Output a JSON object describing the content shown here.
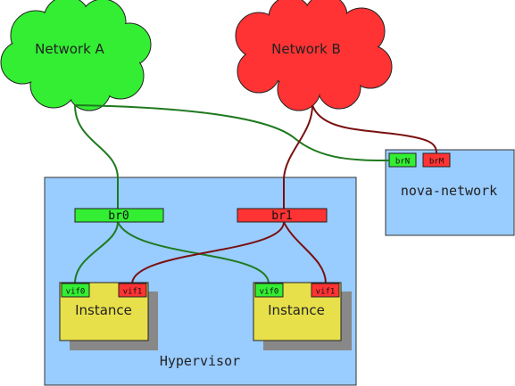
{
  "colors": {
    "network_a": "#33ee33",
    "network_b": "#ff3333",
    "box_fill": "#99ccff",
    "instance_fill": "#e8e04a",
    "shadow": "#888888",
    "link_green": "#1f7a1f",
    "link_red": "#7a1010"
  },
  "networks": {
    "a": {
      "label": "Network A"
    },
    "b": {
      "label": "Network B"
    }
  },
  "nova_network": {
    "label": "nova-network",
    "ports": {
      "green": "brN",
      "red": "brM"
    }
  },
  "hypervisor": {
    "label": "Hypervisor",
    "bridges": {
      "green": "br0",
      "red": "br1"
    },
    "instances": [
      {
        "label": "Instance",
        "vifs": [
          "vif0",
          "vif1"
        ]
      },
      {
        "label": "Instance",
        "vifs": [
          "vif0",
          "vif1"
        ]
      }
    ]
  }
}
